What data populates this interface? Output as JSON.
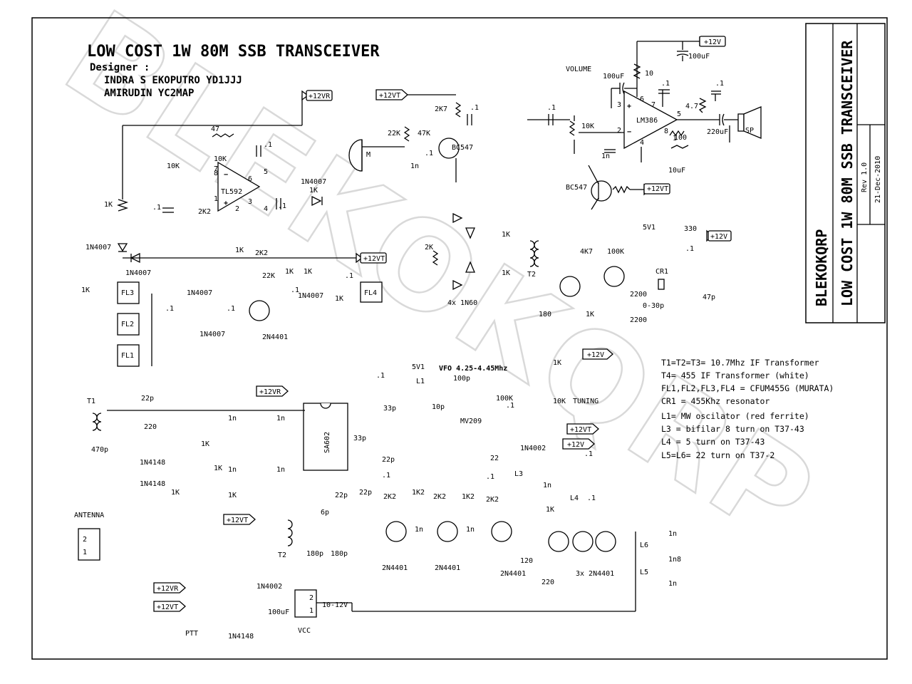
{
  "title": "LOW COST 1W 80M SSB TRANSCEIVER",
  "designer": {
    "heading": "Designer :",
    "names": [
      "INDRA S EKOPUTRO YD1JJJ",
      "AMIRUDIN YC2MAP"
    ]
  },
  "watermark": "BLEKOKQRP",
  "title_block": {
    "brand": "BLEKOKQRP",
    "title": "LOW COST 1W 80M SSB TRANSCEIVER",
    "rev": "Rev 1.0",
    "date": "21-Dec-2010"
  },
  "notes": [
    "T1=T2=T3=  10.7Mhz IF Transformer",
    "T4=  455 IF Transformer (white)",
    "FL1,FL2,FL3,FL4 =  CFUM455G (MURATA)",
    "CR1 = 455Khz resonator",
    "L1= MW oscilator (red ferrite)",
    "L3 = bifilar 8 turn on T37-43",
    "L4 = 5 turn on T37-43",
    "L5=L6= 22 turn on T37-2"
  ],
  "rails": {
    "p12v": "+12V",
    "p12vr": "+12VR",
    "p12vt": "+12VT"
  },
  "labels": {
    "volume": "VOLUME",
    "tuning": "TUNING",
    "vfo": "VFO 4.25-4.45Mhz",
    "antenna": "ANTENNA",
    "ptt": "PTT",
    "vcc": "VCC",
    "vcc_range": "10-12V",
    "mic": "M",
    "speaker": "SP",
    "pin1": "1",
    "pin2": "2"
  },
  "parts": {
    "lm386": "LM386",
    "tl592": "TL592",
    "sa602": "SA602",
    "bc547": "BC547",
    "n2n4401": "2N4401",
    "n3x2n4401": "3x 2N4401",
    "d1n4007": "1N4007",
    "d1n4148": "1N4148",
    "d1n4002": "1N4002",
    "d4x1n60": "4x 1N60",
    "mv209": "MV209",
    "v5v1": "5V1",
    "fl1": "FL1",
    "fl2": "FL2",
    "fl3": "FL3",
    "fl4": "FL4",
    "t1": "T1",
    "t2": "T2",
    "l1": "L1",
    "l3": "L3",
    "l4": "L4",
    "l5": "L5",
    "l6": "L6",
    "cr1": "CR1"
  },
  "values": {
    "r10": "10",
    "r47": "47",
    "r10k": "10K",
    "r1k": "1K",
    "r2k2": "2K2",
    "r22k": "22K",
    "r47k": "47K",
    "r2k7": "2K7",
    "r4k7": "4K7",
    "r100k": "100K",
    "r330": "330",
    "r180": "180",
    "r100": "100",
    "r120": "120",
    "r220": "220",
    "r22": "22",
    "r1k2": "1K2",
    "r2k": "2K",
    "r4_7": "4.7",
    "c01": ".1",
    "c1n": "1n",
    "c1n8": "1n8",
    "c22p": "22p",
    "c33p": "33p",
    "c100p": "100p",
    "c10p": "10p",
    "c6p": "6p",
    "c180p": "180p",
    "c470p": "470p",
    "c220": "220",
    "c2200": "2200",
    "c47p": "47p",
    "c030p": "0-30p",
    "c100uf": "100uF",
    "c10uf": "10uF",
    "c220uf": "220uF",
    "p1": "1",
    "p2": "2",
    "p3": "3",
    "p4": "4",
    "p5": "5",
    "p6": "6",
    "p7": "7",
    "p8": "8"
  }
}
